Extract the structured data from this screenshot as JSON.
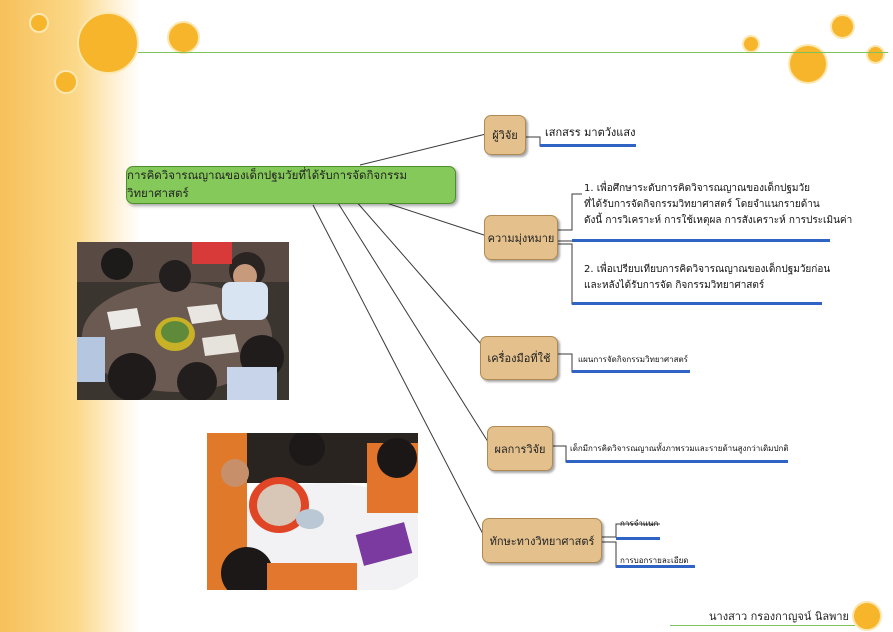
{
  "main_topic": "การคิดวิจารณญาณของเด็กปฐมวัยที่ได้รับการจัดกิจกรรมวิทยาศาสตร์",
  "branches": {
    "researcher": {
      "label": "ผู้วิจัย",
      "leaves": [
        "เสกสรร มาตวังแสง"
      ]
    },
    "objectives": {
      "label": "ความมุ่งหมาย",
      "leaves": [
        [
          "1. เพื่อศึกษาระดับการคิดวิจารณญาณของเด็กปฐมวัย",
          "ที่ได้รับการจัดกิจกรรมวิทยาศาสตร์ โดยจำแนกรายด้าน",
          "ดังนี้ การวิเคราะห์ การใช้เหตุผล การสังเคราะห์ การประเมินค่า"
        ],
        [
          "2. เพื่อเปรียบเทียบการคิดวิจารณญาณของเด็กปฐมวัยก่อน",
          "และหลังได้รับการจัด กิจกรรมวิทยาศาสตร์"
        ]
      ]
    },
    "tools": {
      "label": "เครื่องมือที่ใช้",
      "leaves": [
        "แผนการจัดกิจกรรมวิทยาศาสตร์"
      ]
    },
    "results": {
      "label": "ผลการวิจัย",
      "leaves": [
        "เด็กมีการคิดวิจารณญาณทั้งภาพรวมและรายด้านสูงกว่าเดิมปกติ"
      ]
    },
    "skills": {
      "label": "ทักษะทางวิทยาศาสตร์",
      "leaves": [
        "การจำแนก",
        "การบอกรายละเอียด"
      ]
    }
  },
  "author": "นางสาว กรองกาญจน์ นิลพาย",
  "colors": {
    "main_node": "#84c95a",
    "branch_node": "#e3c08c",
    "underline": "#2f64c4",
    "accent_circle": "#f6b52a"
  }
}
